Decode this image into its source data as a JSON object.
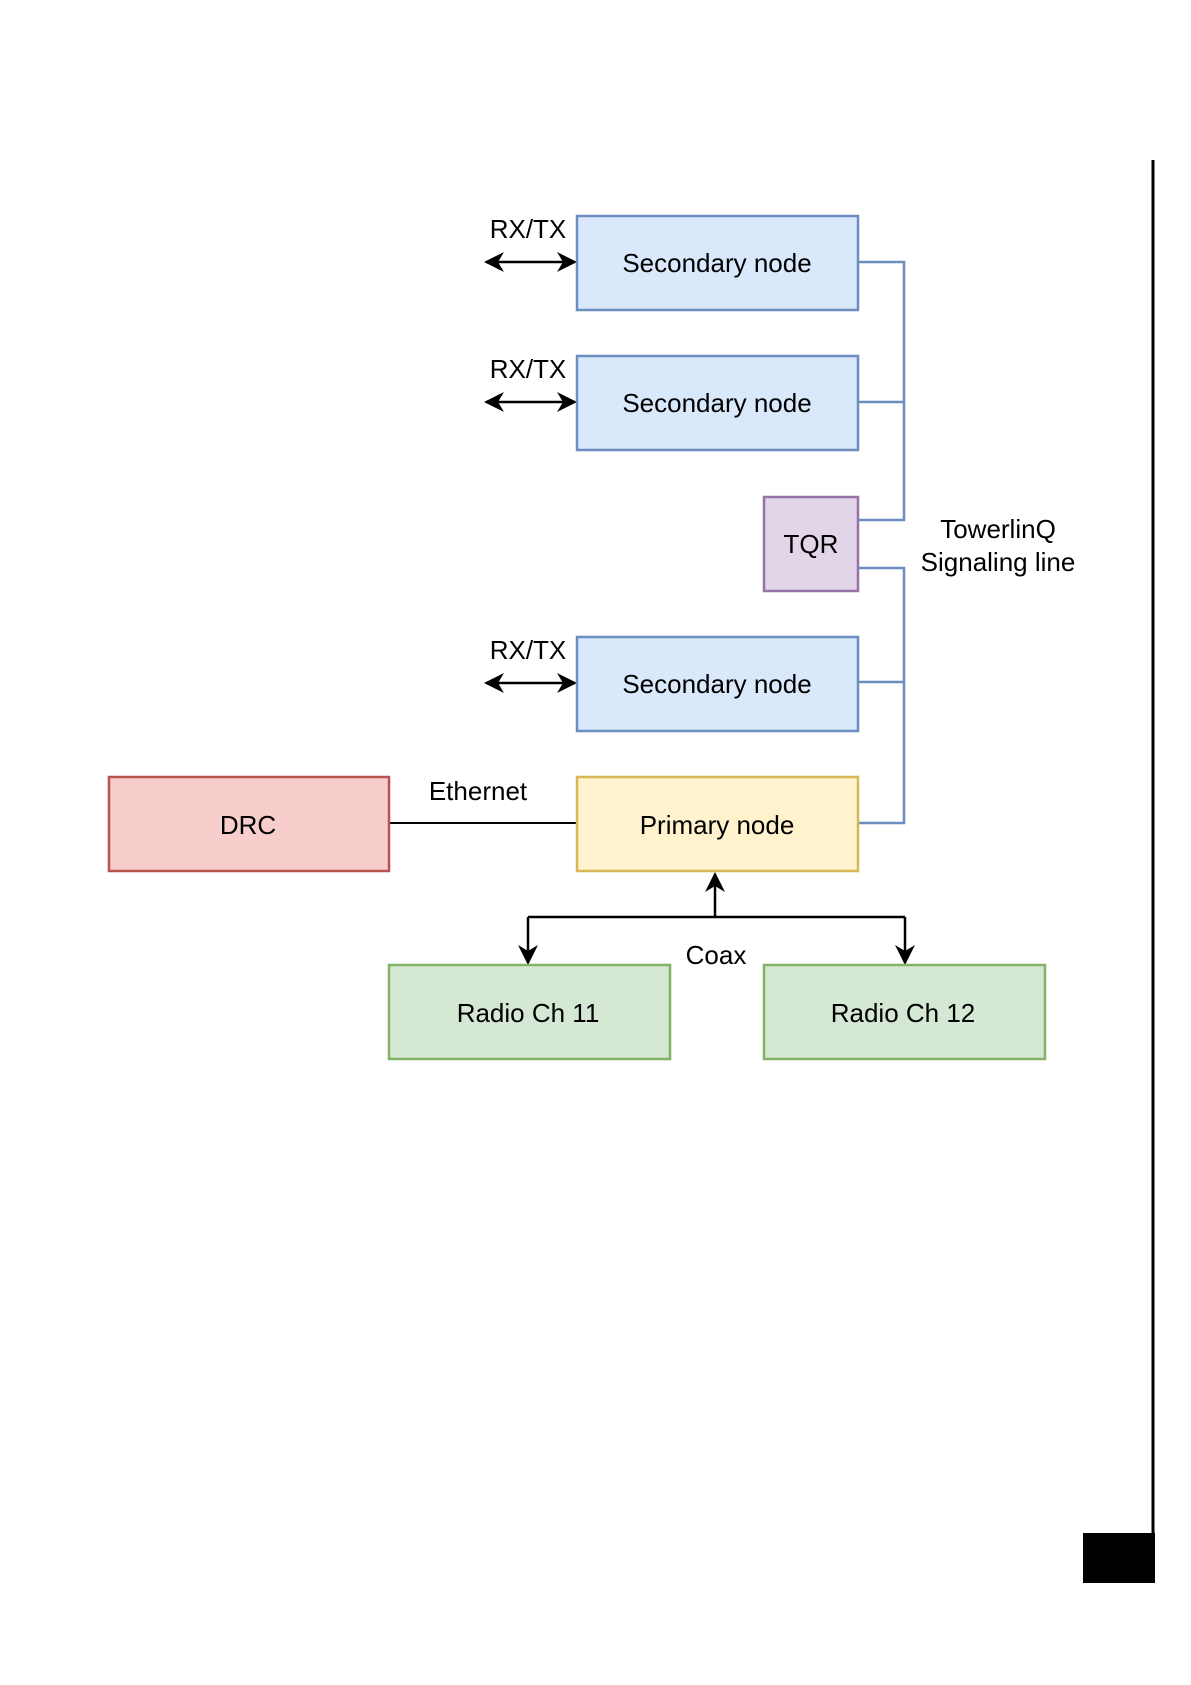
{
  "diagram": {
    "nodes": {
      "secondary_1": {
        "label": "Secondary node",
        "role": "secondary"
      },
      "secondary_2": {
        "label": "Secondary node",
        "role": "secondary"
      },
      "secondary_3": {
        "label": "Secondary node",
        "role": "secondary"
      },
      "tqr": {
        "label": "TQR",
        "role": "tqr"
      },
      "primary": {
        "label": "Primary node",
        "role": "primary"
      },
      "drc": {
        "label": "DRC",
        "role": "drc"
      },
      "radio_11": {
        "label": "Radio Ch 11",
        "role": "radio"
      },
      "radio_12": {
        "label": "Radio Ch 12",
        "role": "radio"
      }
    },
    "edge_labels": {
      "rxtx_1": "RX/TX",
      "rxtx_2": "RX/TX",
      "rxtx_3": "RX/TX",
      "signaling_line_1": "TowerlinQ",
      "signaling_line_2": "Signaling line",
      "ethernet": "Ethernet",
      "coax": "Coax"
    },
    "edges": [
      {
        "from": "rxtx_1",
        "to": "secondary_1",
        "type": "bidirectional-arrow"
      },
      {
        "from": "rxtx_2",
        "to": "secondary_2",
        "type": "bidirectional-arrow"
      },
      {
        "from": "rxtx_3",
        "to": "secondary_3",
        "type": "bidirectional-arrow"
      },
      {
        "from": "secondary_1",
        "to": "tqr",
        "type": "signaling-line"
      },
      {
        "from": "secondary_2",
        "to": "tqr",
        "type": "signaling-line"
      },
      {
        "from": "tqr",
        "to": "secondary_3",
        "type": "signaling-line"
      },
      {
        "from": "tqr",
        "to": "primary",
        "type": "signaling-line"
      },
      {
        "from": "drc",
        "to": "primary",
        "type": "ethernet"
      },
      {
        "from": "primary",
        "to": "radio_11",
        "type": "coax"
      },
      {
        "from": "primary",
        "to": "radio_12",
        "type": "coax"
      }
    ],
    "colors": {
      "secondary_fill": "#dae8fc",
      "secondary_stroke": "#6c8ebf",
      "tqr_fill": "#e1d5e7",
      "tqr_stroke": "#9673a6",
      "primary_fill": "#fff2cc",
      "primary_stroke": "#d6b656",
      "drc_fill": "#f8cecc",
      "drc_stroke": "#b85450",
      "radio_fill": "#d5e8d4",
      "radio_stroke": "#82b366",
      "signaling_line": "#6c8ebf",
      "black_line": "#000000"
    }
  }
}
